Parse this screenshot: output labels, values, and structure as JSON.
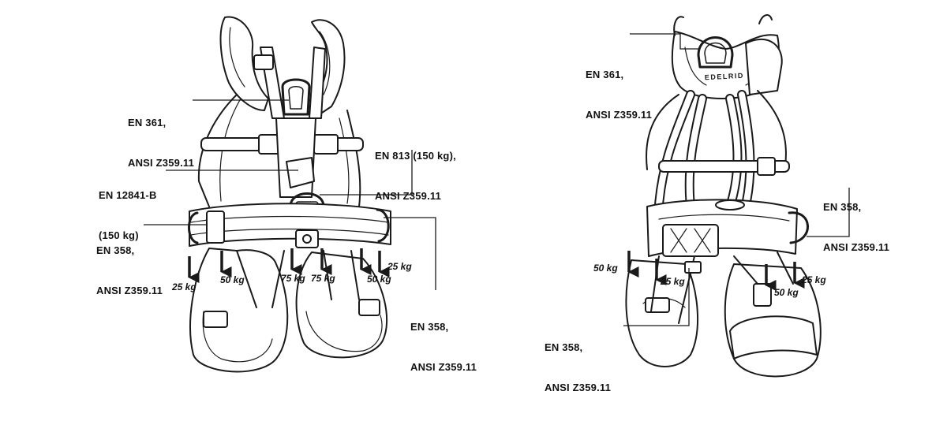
{
  "front_view": {
    "labels": {
      "en361": [
        "EN 361,",
        "ANSI Z359.11"
      ],
      "en813": [
        "EN 813 (150 kg),",
        "ANSI Z359.11"
      ],
      "en12841": [
        "EN 12841-B",
        "(150 kg)"
      ],
      "en358_left": [
        "EN 358,",
        "ANSI Z359.11"
      ],
      "en358_right": [
        "EN 358,",
        "ANSI Z359.11"
      ]
    },
    "loads": [
      {
        "id": "f1",
        "text": "25 kg",
        "kg": 25
      },
      {
        "id": "f2",
        "text": "50 kg",
        "kg": 50
      },
      {
        "id": "f3",
        "text": "75 kg",
        "kg": 75
      },
      {
        "id": "f4",
        "text": "75 kg",
        "kg": 75
      },
      {
        "id": "f5",
        "text": "50 kg",
        "kg": 50
      },
      {
        "id": "f6",
        "text": "25 kg",
        "kg": 25
      }
    ]
  },
  "back_view": {
    "brand": "EDELRID",
    "labels": {
      "en361": [
        "EN 361,",
        "ANSI Z359.11"
      ],
      "en358_right": [
        "EN 358,",
        "ANSI Z359.11"
      ],
      "en358_bottom": [
        "EN 358,",
        "ANSI Z359.11"
      ]
    },
    "loads": [
      {
        "id": "b1",
        "text": "50 kg",
        "kg": 50
      },
      {
        "id": "b2",
        "text": "25 kg",
        "kg": 25
      },
      {
        "id": "b3",
        "text": "50 kg",
        "kg": 50
      },
      {
        "id": "b4",
        "text": "25 kg",
        "kg": 25
      }
    ]
  },
  "colors": {
    "line": "#1a1a1a",
    "fill": "#ffffff",
    "shade": "#e6e6e6"
  }
}
